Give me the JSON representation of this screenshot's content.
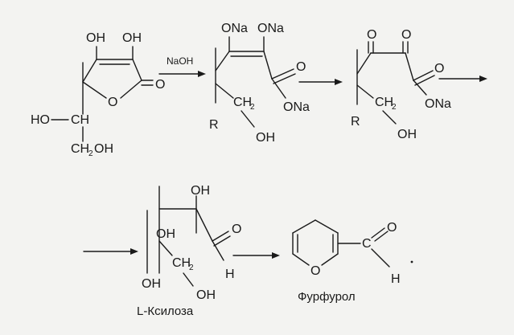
{
  "reagent": "NaOH",
  "ascorbic_acid": {
    "oh_left": "OH",
    "oh_right": "OH",
    "ring_o": "O",
    "carbonyl_o": "O",
    "ho_ch": "HO",
    "ch": "CH",
    "ch2oh_ch": "CH",
    "ch2oh_h": "2",
    "ch2oh_oh": "OH"
  },
  "disodium_salt": {
    "ona_left": "ONa",
    "ona_right": "ONa",
    "r": "R",
    "ch2": "CH",
    "ch2_sub": "2",
    "oh": "OH",
    "carbonyl_o": "O",
    "ona_ester": "ONa"
  },
  "diketo_salt": {
    "o_left": "O",
    "o_right": "O",
    "r": "R",
    "ch2": "CH",
    "ch2_sub": "2",
    "oh": "OH",
    "carbonyl_o": "O",
    "ona_ester": "ONa"
  },
  "xylose": {
    "oh_top": "OH",
    "oh_mid": "OH",
    "ch2": "CH",
    "ch2_sub": "2",
    "oh_bottom_left": "OH",
    "oh_bottom_right": "OH",
    "aldehyde_o": "O",
    "aldehyde_h": "H",
    "caption": "L-Ксилоза"
  },
  "furfural": {
    "ring_o": "O",
    "c": "C",
    "aldehyde_o": "O",
    "aldehyde_h": "H",
    "caption": "Фурфурол"
  }
}
